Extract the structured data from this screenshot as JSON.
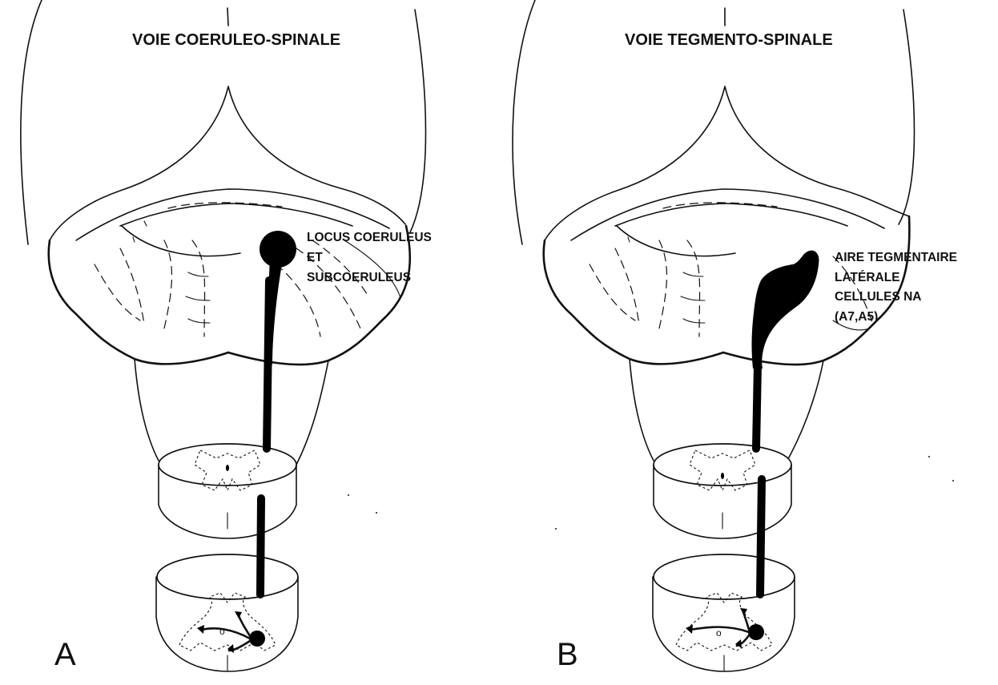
{
  "panels": [
    {
      "title": "VOIE COERULEO-SPINALE",
      "label_lines": [
        "LOCUS COERULEUS",
        "ET",
        "SUBCOERULEUS"
      ],
      "letter": "A"
    },
    {
      "title": "VOIE TEGMENTO-SPINALE",
      "label_lines": [
        "AIRE TEGMENTAIRE",
        "LATÉRALE",
        "CELLULES  NA",
        "(A7,A5)"
      ],
      "letter": "B"
    }
  ]
}
